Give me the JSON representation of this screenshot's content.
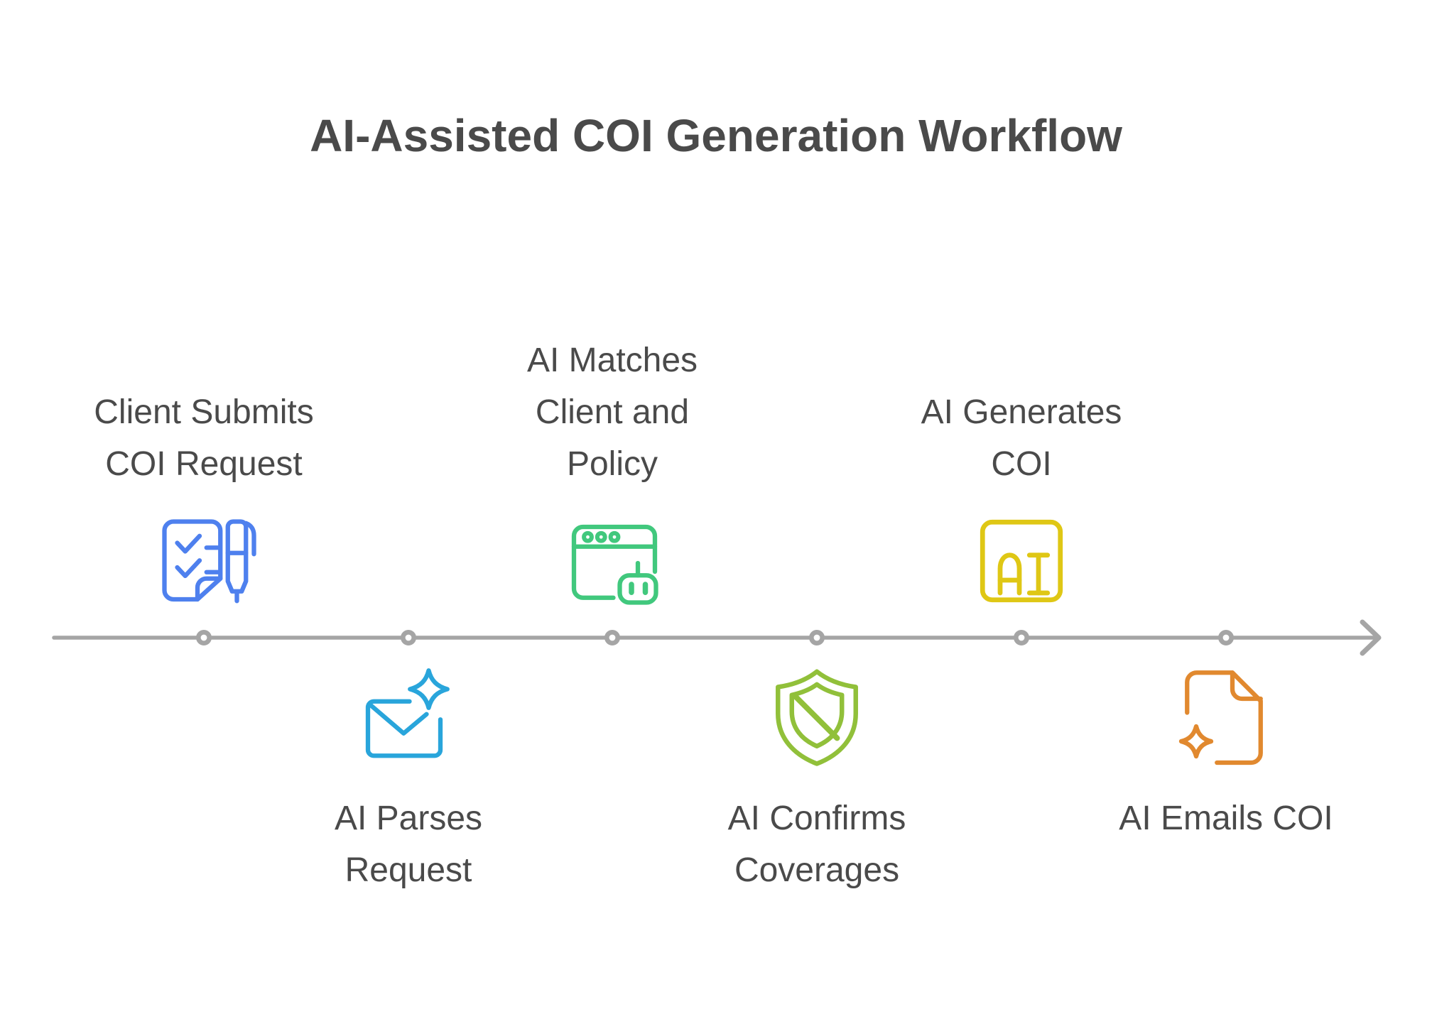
{
  "page": {
    "title": "AI-Assisted COI Generation Workflow",
    "title_color": "#4A4A4A",
    "background": "#FFFFFF",
    "text_color": "#4A4A4A"
  },
  "timeline": {
    "color": "#A5A5A5",
    "dot_fill": "#FFFFFF",
    "direction": "left-to-right",
    "dot_count": 6
  },
  "steps": [
    {
      "id": 1,
      "label": "Client Submits COI Request",
      "lines": [
        "Client Submits",
        "COI Request"
      ],
      "icon": "checklist-pen-icon",
      "color": "#4E80EE",
      "position": "above"
    },
    {
      "id": 2,
      "label": "AI Parses Request",
      "lines": [
        "AI Parses",
        "Request"
      ],
      "icon": "envelope-sparkle-icon",
      "color": "#29A5DB",
      "position": "below"
    },
    {
      "id": 3,
      "label": "AI Matches Client and Policy",
      "lines": [
        "AI Matches",
        "Client and",
        "Policy"
      ],
      "icon": "browser-robot-icon",
      "color": "#41C87D",
      "position": "above"
    },
    {
      "id": 4,
      "label": "AI Confirms Coverages",
      "lines": [
        "AI Confirms",
        "Coverages"
      ],
      "icon": "shield-icon",
      "color": "#91C03A",
      "position": "below"
    },
    {
      "id": 5,
      "label": "AI Generates COI",
      "lines": [
        "AI Generates",
        "COI"
      ],
      "icon": "ai-square-icon",
      "icon_text": "AI",
      "color": "#DFC715",
      "position": "above"
    },
    {
      "id": 6,
      "label": "AI Emails COI",
      "lines": [
        "AI Emails COI"
      ],
      "icon": "document-sparkle-icon",
      "color": "#E1892F",
      "position": "below"
    }
  ]
}
